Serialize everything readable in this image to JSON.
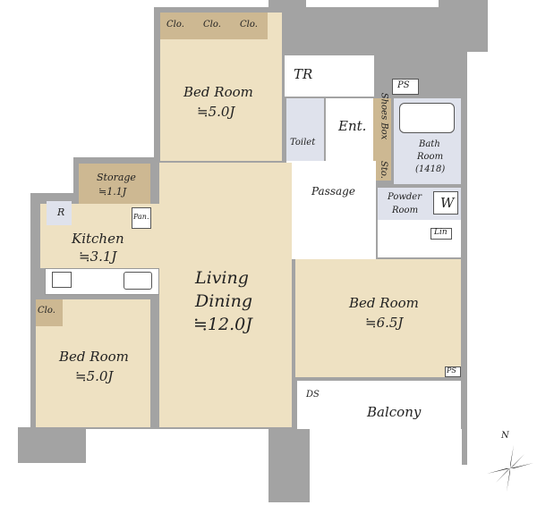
{
  "rooms": {
    "bed_top": {
      "name": "Bed Room",
      "size": "≒5.0J"
    },
    "bed_left": {
      "name": "Bed Room",
      "size": "≒5.0J"
    },
    "bed_right": {
      "name": "Bed Room",
      "size": "≒6.5J"
    },
    "living": {
      "name1": "Living",
      "name2": "Dining",
      "size": "≒12.0J"
    },
    "kitchen": {
      "name": "Kitchen",
      "size": "≒3.1J"
    },
    "storage": {
      "name": "Storage",
      "size": "≒1.1J"
    },
    "toilet": "Toilet",
    "entrance": "Ent.",
    "passage": "Passage",
    "bath": {
      "line1": "Bath",
      "line2": "Room",
      "line3": "(1418)"
    },
    "powder": {
      "line1": "Powder",
      "line2": "Room"
    },
    "balcony": "Balcony"
  },
  "fixtures": {
    "clo": "Clo.",
    "tr": "TR",
    "ps": "PS",
    "shoes": "Shoes Box",
    "sto": "Sto.",
    "w": "W",
    "lin": "Lin",
    "r": "R",
    "pan": "Pan.",
    "ds": "DS"
  },
  "compass": {
    "north": "N"
  },
  "colors": {
    "wall": "#a3a3a3",
    "floor": "#eee1c2",
    "storage": "#cdb892",
    "wet": "#dfe2ec"
  }
}
